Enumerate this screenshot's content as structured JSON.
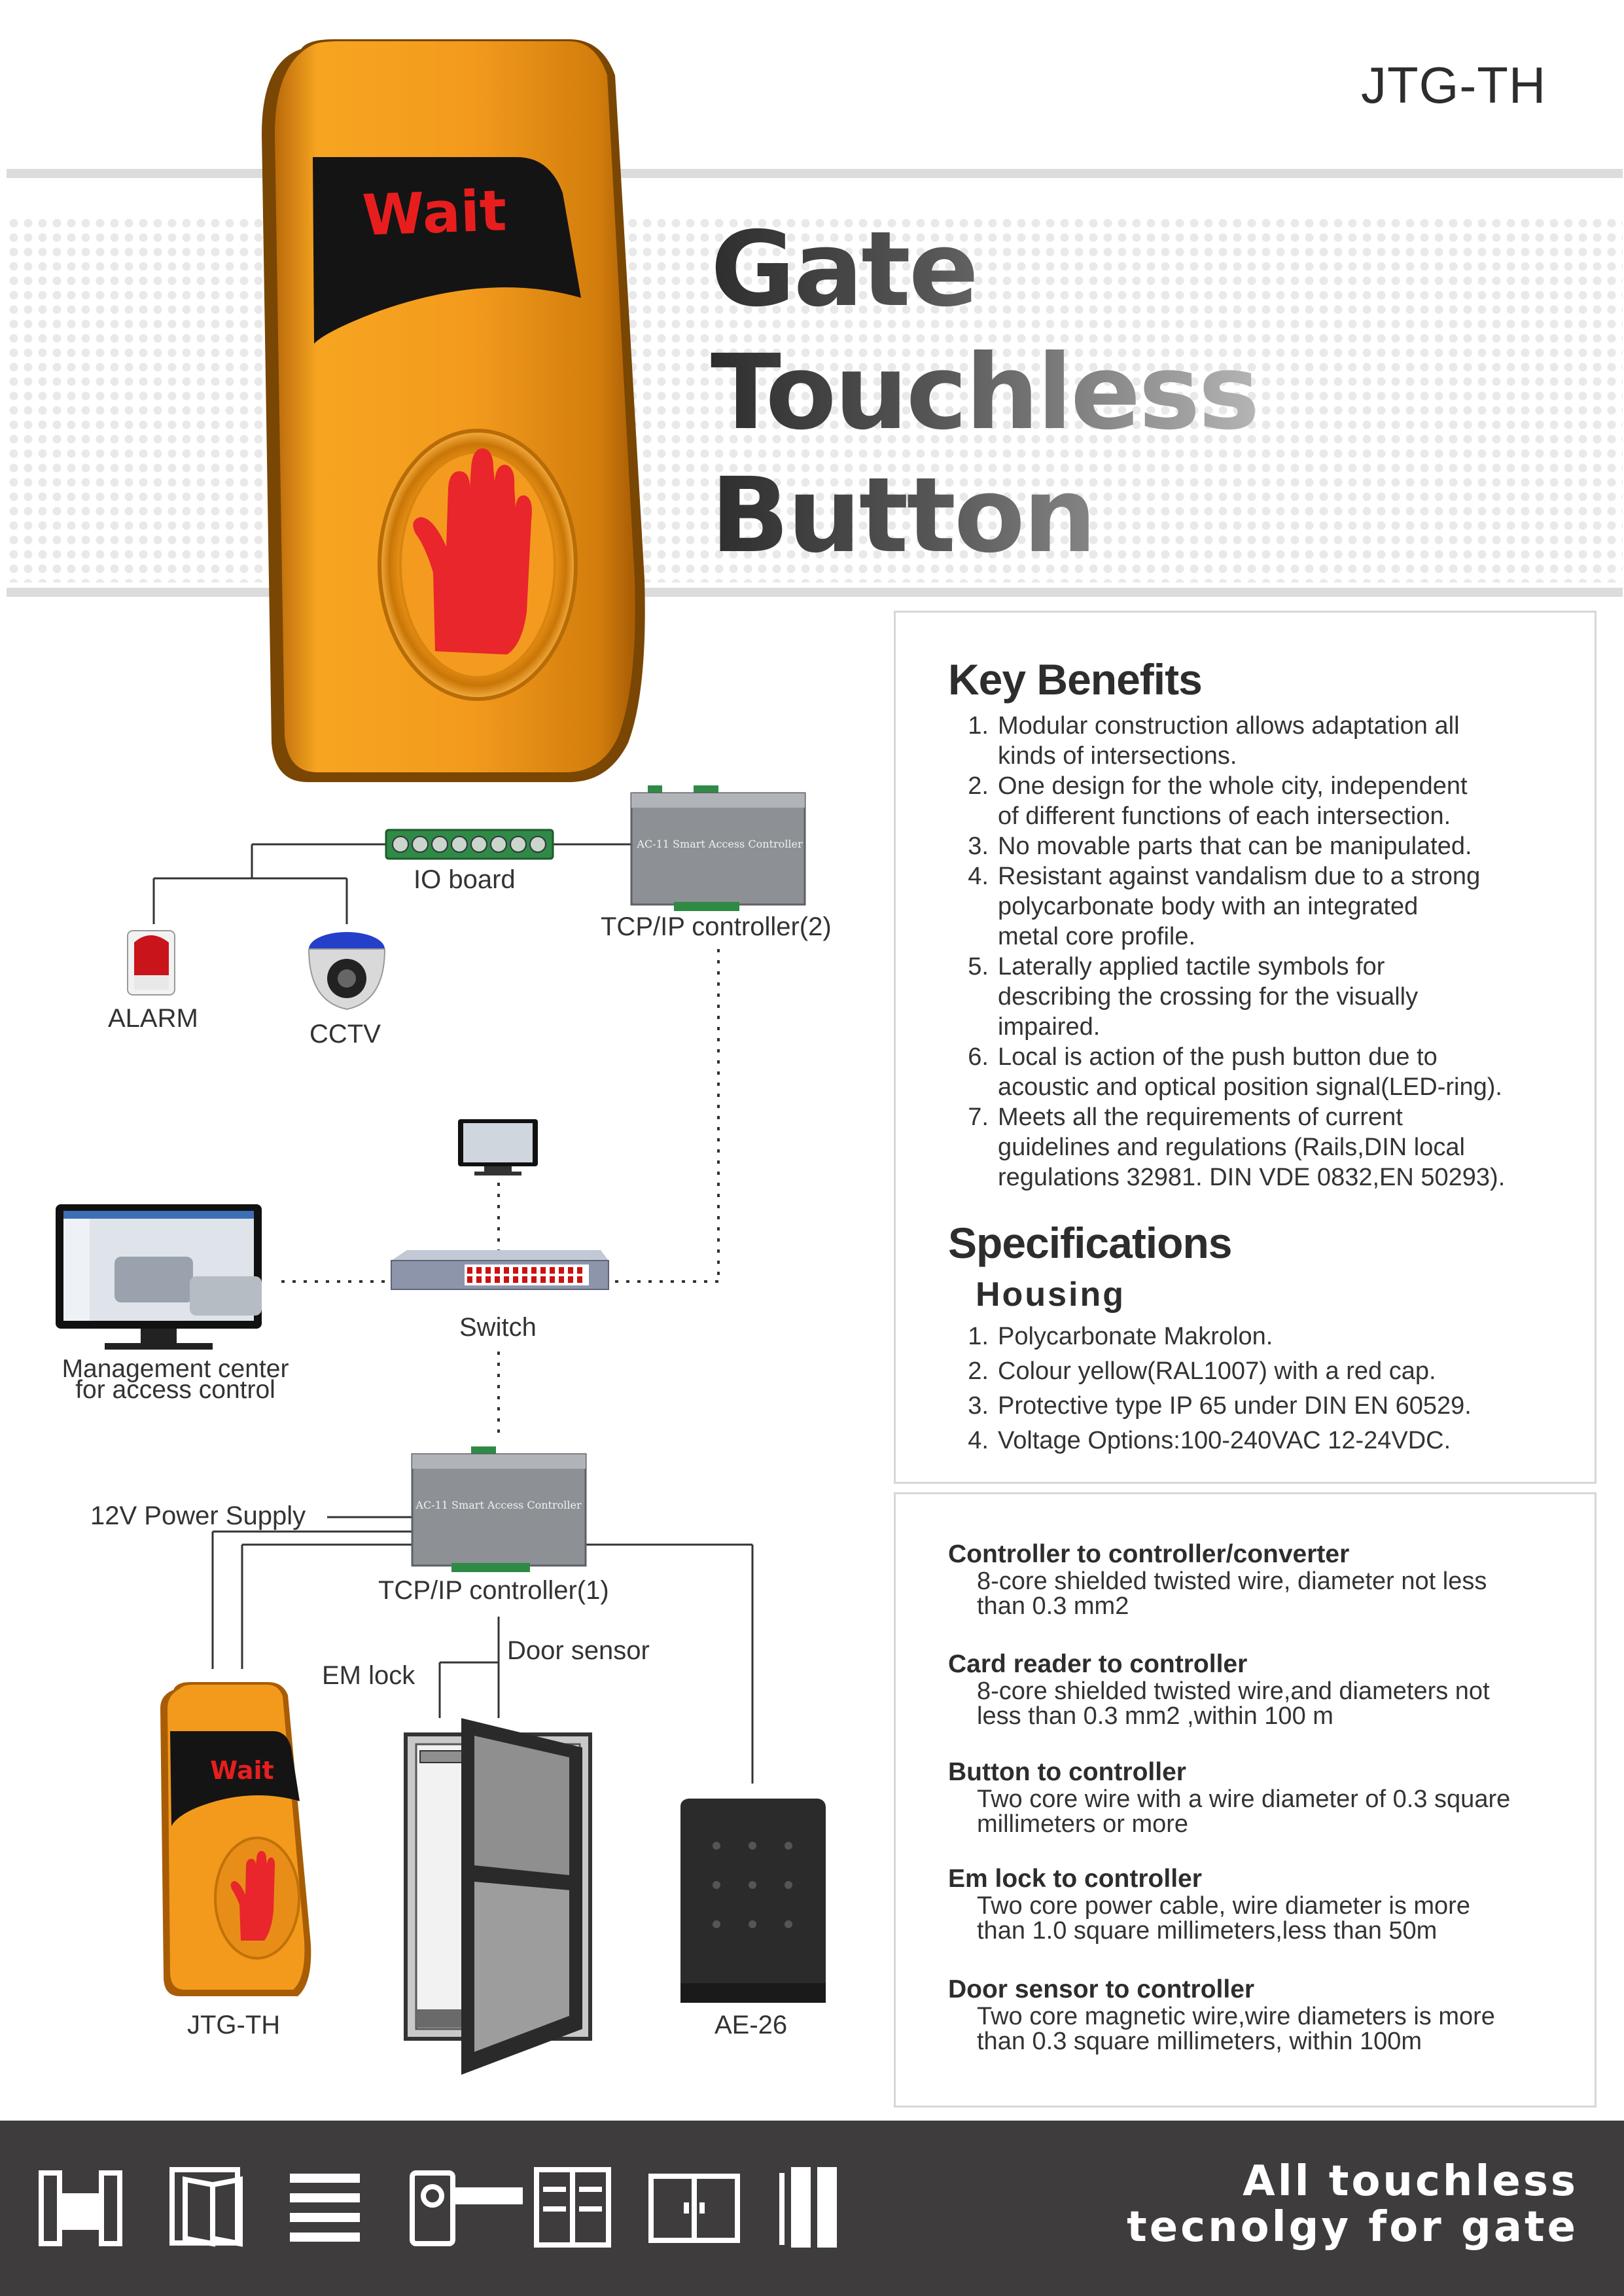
{
  "header": {
    "model": "JTG-TH",
    "title_lines": [
      "Gate",
      "Touchless",
      "Button"
    ]
  },
  "product": {
    "display_text": "Wait",
    "body_color": "#f39a1d",
    "display_color": "#e81e1e"
  },
  "benefits": {
    "title": "Key  Benefits",
    "items": [
      {
        "num": "1.",
        "lines": [
          "Modular construction allows adaptation all",
          "kinds of intersections."
        ]
      },
      {
        "num": "2.",
        "lines": [
          "One design for the whole city, independent",
          "of different functions of each intersection."
        ]
      },
      {
        "num": "3.",
        "lines": [
          "No movable parts that can be manipulated."
        ]
      },
      {
        "num": "4.",
        "lines": [
          "Resistant against  vandalism due to a strong",
          "polycarbonate body with an integrated",
          "metal core profile."
        ]
      },
      {
        "num": "5.",
        "lines": [
          "Laterally applied tactile symbols for",
          "describing the crossing for the visually",
          "impaired."
        ]
      },
      {
        "num": "6.",
        "lines": [
          "Local is action of the push button due to",
          "acoustic and optical position signal(LED-ring)."
        ]
      },
      {
        "num": "7.",
        "lines": [
          "Meets all the requirements of current",
          "guidelines and regulations (Rails,DIN local",
          "regulations 32981. DIN VDE 0832,EN 50293)."
        ]
      }
    ]
  },
  "specifications": {
    "title": "Specifications",
    "subtitle": "Housing",
    "items": [
      {
        "num": "1.",
        "text": "Polycarbonate Makrolon."
      },
      {
        "num": "2.",
        "text": "Colour yellow(RAL1007) with a red cap."
      },
      {
        "num": "3.",
        "text": "Protective type IP 65 under DIN EN 60529."
      },
      {
        "num": "4.",
        "text": "Voltage Options:100-240VAC 12-24VDC."
      }
    ]
  },
  "wiring": [
    {
      "title": "Controller to controller/converter",
      "lines": [
        "8-core shielded twisted  wire, diameter  not less",
        "than 0.3 mm2"
      ]
    },
    {
      "title": "Card reader to controller",
      "lines": [
        "8-core shielded twisted  wire,and  diameters not",
        "less than 0.3 mm2 ,within 100 m"
      ]
    },
    {
      "title": "Button to controller",
      "lines": [
        "Two core wire with a wire diameter of 0.3 square",
        "millimeters or more"
      ]
    },
    {
      "title": "Em lock to controller",
      "lines": [
        "Two core power cable, wire diameter is more",
        "than 1.0 square millimeters,less than 50m"
      ]
    },
    {
      "title": "Door sensor to controller",
      "lines": [
        "Two core magnetic wire,wire diameters is more",
        "than 0.3 square millimeters, within 100m"
      ]
    }
  ],
  "diagram": {
    "io_board": "IO board",
    "controller2": "TCP/IP controller(2)",
    "controller_plate": "AC-11 Smart Access Controller",
    "alarm": "ALARM",
    "cctv": "CCTV",
    "switch": "Switch",
    "management": [
      "Management center",
      "for access control"
    ],
    "power": "12V Power Supply",
    "controller1": "TCP/IP controller(1)",
    "em_lock": "EM lock",
    "door_sensor": "Door sensor",
    "button_model": "JTG-TH",
    "reader_model": "AE-26"
  },
  "footer": {
    "slogan": [
      "All touchless",
      "tecnolgy for gate"
    ],
    "icons": [
      "turnstile-icon",
      "swing-door-icon",
      "barrier-stack-icon",
      "boom-gate-icon",
      "cabinet-icon",
      "double-door-icon",
      "flap-gate-icon"
    ]
  }
}
